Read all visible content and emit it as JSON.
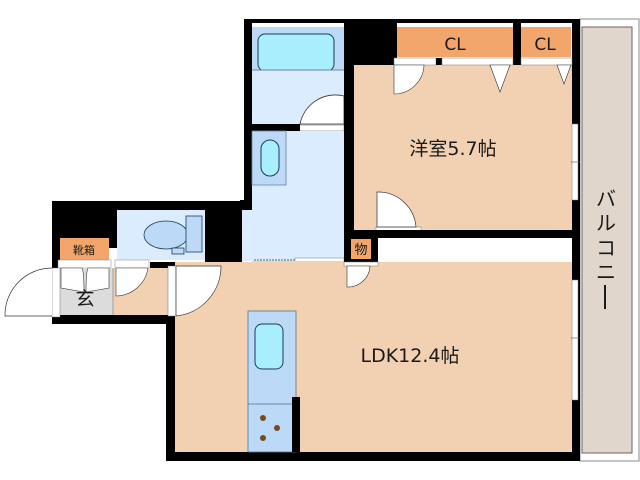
{
  "floor_plan": {
    "rooms": {
      "western_room": {
        "label": "洋室5.7帖",
        "name": "Western room",
        "size_jo": 5.7
      },
      "ldk": {
        "label": "LDK12.4帖",
        "name": "LDK",
        "size_jo": 12.4
      },
      "entrance": {
        "label": "玄"
      },
      "shoe_box": {
        "label": "靴箱"
      },
      "storage": {
        "label": "物"
      },
      "closet_1": {
        "label": "CL"
      },
      "closet_2": {
        "label": "CL"
      },
      "balcony": {
        "label": "バルコニー",
        "chars": [
          "バ",
          "ル",
          "コ",
          "ニ",
          "ー"
        ]
      }
    },
    "fixtures": [
      "bathtub",
      "washbasin",
      "toilet",
      "kitchen-sink",
      "stove"
    ],
    "colors": {
      "wall": "#000000",
      "room_floor": "#f2d0b2",
      "wet_area": "#dcecff",
      "fixture_fill": "#bcdaf8",
      "water": "#a8eefc",
      "closet": "#f2a66b",
      "entrance_floor": "#dcdcdc",
      "balcony": "#e0d6cc",
      "burner": "#7a4a1a"
    }
  }
}
